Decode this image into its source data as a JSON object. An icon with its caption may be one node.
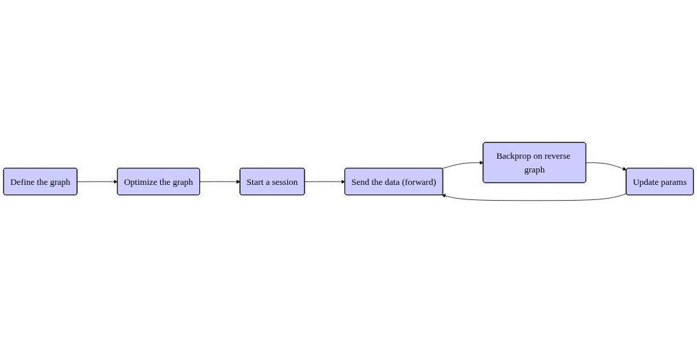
{
  "diagram": {
    "nodes": [
      {
        "text": [
          "Define the graph"
        ]
      },
      {
        "text": [
          "Optimize the graph"
        ]
      },
      {
        "text": [
          "Start a session"
        ]
      },
      {
        "text": [
          "Update params"
        ]
      },
      {
        "text": [
          "Backprop on reverse graph"
        ]
      },
      {
        "text": [
          "Send the data (forward)"
        ]
      }
    ],
    "edges": [
      {
        "from": 0,
        "to": 1,
        "arrow": "to"
      },
      {
        "from": 1,
        "to": 2,
        "arrow": "to"
      },
      {
        "from": 2,
        "to": 5,
        "arrow": "to"
      },
      {
        "from": 5,
        "to": 4,
        "arrow": "to"
      },
      {
        "from": 4,
        "to": 3,
        "arrow": "to"
      },
      {
        "from": 3,
        "to": 5,
        "arrow": "to"
      }
    ]
  }
}
